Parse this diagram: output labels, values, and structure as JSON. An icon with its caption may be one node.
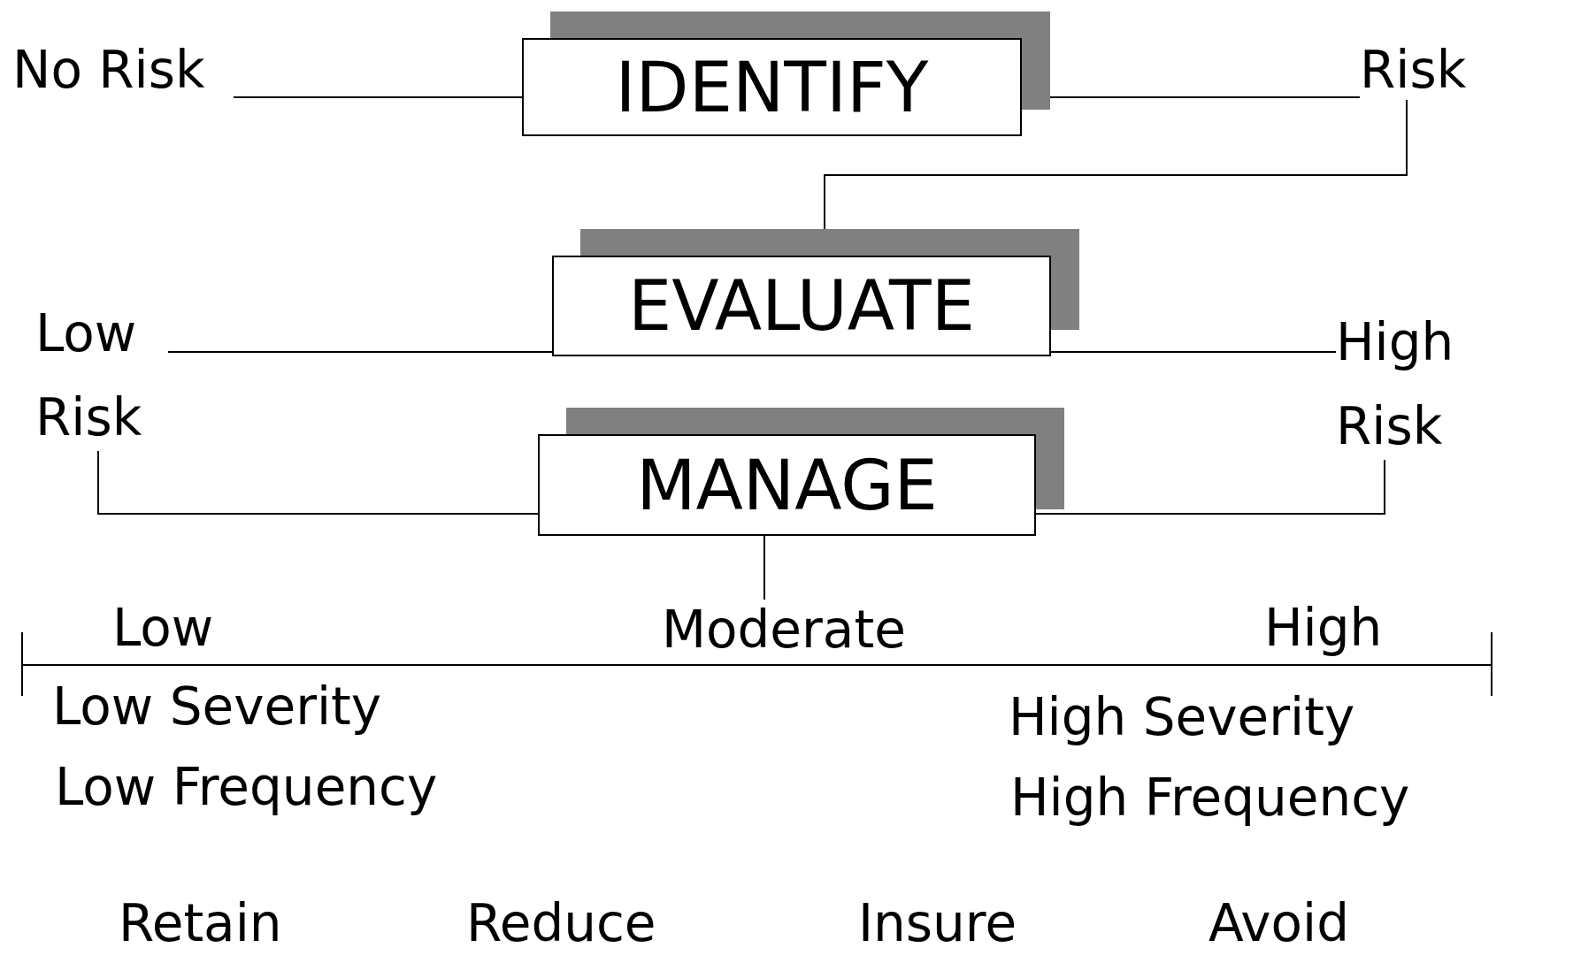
{
  "diagram": {
    "nodes": [
      {
        "text": [
          "IDENTIFY"
        ]
      },
      {
        "text": [
          "No Risk"
        ]
      },
      {
        "text": [
          "Risk"
        ]
      },
      {
        "text": [
          "EVALUATE"
        ]
      },
      {
        "text": [
          "Low Risk"
        ]
      },
      {
        "text": [
          "High Risk"
        ]
      },
      {
        "text": [
          "MANAGE"
        ]
      },
      {
        "text": [
          "Moderate"
        ]
      }
    ],
    "edges": [
      {
        "from": 0,
        "to": 1,
        "arrow": "none"
      },
      {
        "from": 0,
        "to": 2,
        "arrow": "none"
      },
      {
        "from": 2,
        "to": 3,
        "arrow": "none"
      },
      {
        "from": 3,
        "to": 4,
        "arrow": "none"
      },
      {
        "from": 3,
        "to": 5,
        "arrow": "none"
      },
      {
        "from": 4,
        "to": 6,
        "arrow": "none"
      },
      {
        "from": 5,
        "to": 6,
        "arrow": "none"
      },
      {
        "from": 6,
        "to": 7,
        "arrow": "none"
      }
    ],
    "labels": [
      "Low",
      "High",
      "Low Severity",
      "Low Frequency",
      "High Severity",
      "High Frequency",
      "Retain",
      "Reduce",
      "Insure",
      "Avoid"
    ]
  }
}
